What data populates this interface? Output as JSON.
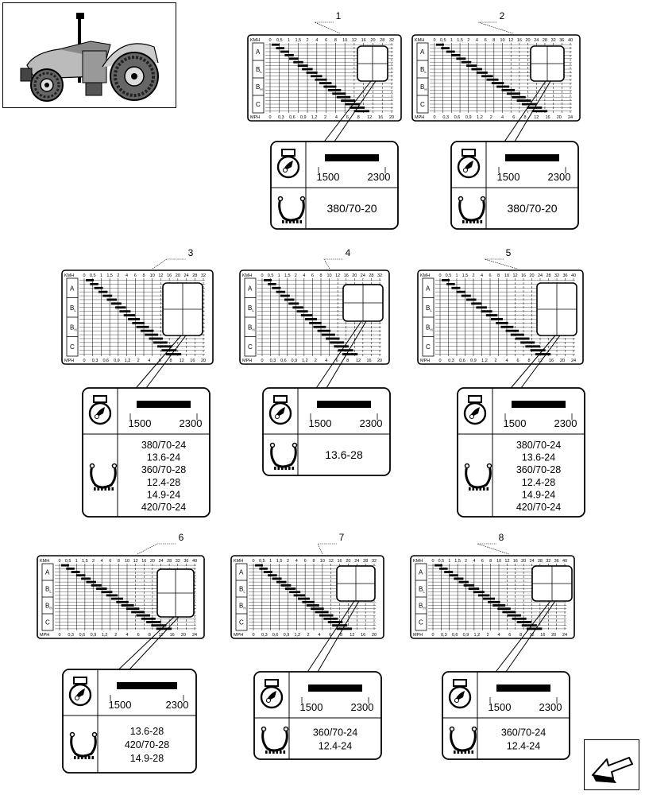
{
  "speed_chart": {
    "kmh_label": "KMH",
    "mph_label": "MPH",
    "range_labels": [
      "A",
      "BL",
      "BH",
      "C"
    ]
  },
  "panels": [
    {
      "callout": "1",
      "kmh_ticks": [
        "0",
        "0,5",
        "1",
        "1,5",
        "2",
        "4",
        "6",
        "8",
        "10",
        "12",
        "16",
        "20",
        "28",
        "32"
      ],
      "mph_ticks": [
        "0",
        "0,3",
        "0,6",
        "0,9",
        "1,2",
        "2",
        "4",
        "6",
        "8",
        "12",
        "16",
        "20"
      ],
      "rpm_low": "1500",
      "rpm_high": "2300",
      "tyres": [
        "380/70-20"
      ]
    },
    {
      "callout": "2",
      "kmh_ticks": [
        "0",
        "0,5",
        "1",
        "1,5",
        "2",
        "4",
        "6",
        "8",
        "10",
        "12",
        "16",
        "20",
        "24",
        "28",
        "32",
        "36",
        "40"
      ],
      "mph_ticks": [
        "0",
        "0,3",
        "0,6",
        "0,9",
        "1,2",
        "2",
        "4",
        "6",
        "8",
        "12",
        "16",
        "20",
        "24"
      ],
      "rpm_low": "1500",
      "rpm_high": "2300",
      "tyres": [
        "380/70-20"
      ]
    },
    {
      "callout": "3",
      "kmh_ticks": [
        "0",
        "0,5",
        "1",
        "1,5",
        "2",
        "4",
        "6",
        "8",
        "10",
        "12",
        "16",
        "20",
        "24",
        "28",
        "32"
      ],
      "mph_ticks": [
        "0",
        "0,3",
        "0,6",
        "0,9",
        "1,2",
        "2",
        "4",
        "6",
        "8",
        "12",
        "16",
        "20"
      ],
      "rpm_low": "1500",
      "rpm_high": "2300",
      "tyres": [
        "380/70-24",
        "13.6-24",
        "360/70-28",
        "12.4-28",
        "14.9-24",
        "420/70-24"
      ]
    },
    {
      "callout": "4",
      "kmh_ticks": [
        "0",
        "0,5",
        "1",
        "1,5",
        "2",
        "4",
        "6",
        "8",
        "10",
        "12",
        "16",
        "20",
        "24",
        "28",
        "32"
      ],
      "mph_ticks": [
        "0",
        "0,3",
        "0,6",
        "0,9",
        "1,2",
        "2",
        "4",
        "6",
        "8",
        "12",
        "16",
        "20"
      ],
      "rpm_low": "1500",
      "rpm_high": "2300",
      "tyres": [
        "13.6-28"
      ]
    },
    {
      "callout": "5",
      "kmh_ticks": [
        "0",
        "0,5",
        "1",
        "1,5",
        "2",
        "4",
        "6",
        "8",
        "10",
        "12",
        "16",
        "20",
        "24",
        "28",
        "32",
        "36",
        "40"
      ],
      "mph_ticks": [
        "0",
        "0,3",
        "0,6",
        "0,9",
        "1,2",
        "2",
        "4",
        "6",
        "8",
        "12",
        "16",
        "20",
        "24"
      ],
      "rpm_low": "1500",
      "rpm_high": "2300",
      "tyres": [
        "380/70-24",
        "13.6-24",
        "360/70-28",
        "12.4-28",
        "14.9-24",
        "420/70-24"
      ]
    },
    {
      "callout": "6",
      "kmh_ticks": [
        "0",
        "0,5",
        "1",
        "1,5",
        "2",
        "4",
        "6",
        "8",
        "10",
        "12",
        "16",
        "20",
        "24",
        "28",
        "32",
        "36",
        "40"
      ],
      "mph_ticks": [
        "0",
        "0,3",
        "0,6",
        "0,9",
        "1,2",
        "2",
        "4",
        "6",
        "8",
        "12",
        "16",
        "20",
        "24"
      ],
      "rpm_low": "1500",
      "rpm_high": "2300",
      "tyres": [
        "13.6-28",
        "420/70-28",
        "14.9-28"
      ]
    },
    {
      "callout": "7",
      "kmh_ticks": [
        "0",
        "0,5",
        "1",
        "1,5",
        "2",
        "4",
        "6",
        "8",
        "10",
        "12",
        "16",
        "20",
        "24",
        "28",
        "32"
      ],
      "mph_ticks": [
        "0",
        "0,3",
        "0,6",
        "0,9",
        "1,2",
        "2",
        "4",
        "6",
        "8",
        "12",
        "16",
        "20"
      ],
      "rpm_low": "1500",
      "rpm_high": "2300",
      "tyres": [
        "360/70-24",
        "12.4-24"
      ]
    },
    {
      "callout": "8",
      "kmh_ticks": [
        "0",
        "0,5",
        "1",
        "1,5",
        "2",
        "4",
        "6",
        "8",
        "10",
        "12",
        "16",
        "20",
        "24",
        "28",
        "32",
        "36",
        "40"
      ],
      "mph_ticks": [
        "0",
        "0,3",
        "0,6",
        "0,9",
        "1,2",
        "2",
        "4",
        "6",
        "8",
        "12",
        "16",
        "20",
        "24"
      ],
      "rpm_low": "1500",
      "rpm_high": "2300",
      "tyres": [
        "360/70-24",
        "12.4-24"
      ]
    }
  ],
  "icons": {
    "thumbnail": "tractor-thumbnail-icon",
    "engine_speed": "engine-rpm-icon",
    "tyre": "tyre-icon",
    "navigation": "next-page-arrow-icon"
  }
}
